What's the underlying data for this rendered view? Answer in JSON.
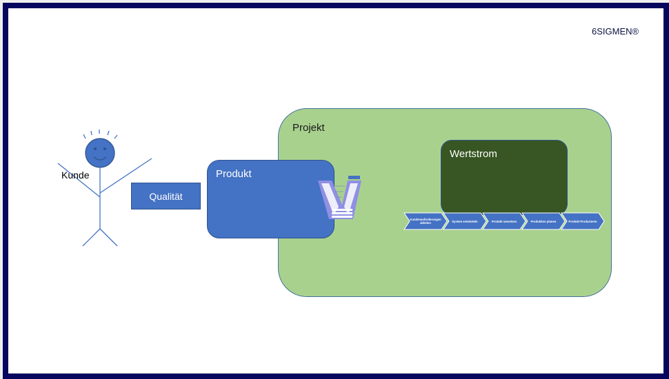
{
  "brand": "6SIGMEN®",
  "customer": {
    "label": "Kunde"
  },
  "quality_box": {
    "label": "Qualität"
  },
  "product_box": {
    "label": "Produkt"
  },
  "project_box": {
    "label": "Projekt"
  },
  "value_stream_box": {
    "label": "Wertstrom"
  },
  "process_steps": [
    {
      "label": "Kundenanforderungen ableiten"
    },
    {
      "label": "System entwickeln"
    },
    {
      "label": "Produkt umsetzen"
    },
    {
      "label": "Produktion planen"
    },
    {
      "label": "Produkt Produzieren"
    }
  ],
  "colors": {
    "frame": "#06065e",
    "project": "#a9d18e",
    "value_stream": "#375623",
    "blue": "#4472c4",
    "v_model": "#8f8fe3"
  }
}
